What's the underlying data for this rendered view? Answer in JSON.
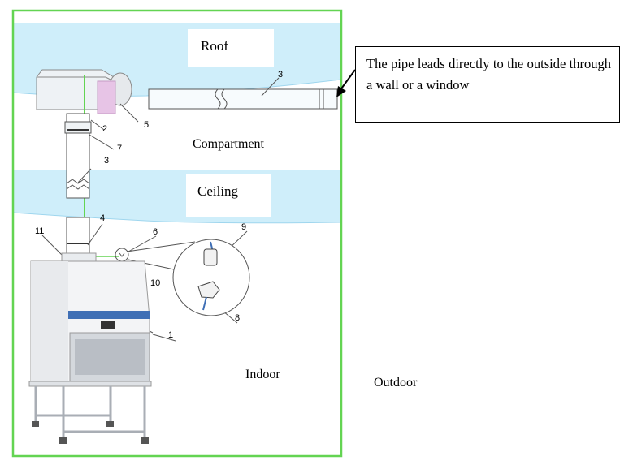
{
  "regions": {
    "roof": "Roof",
    "compartment": "Compartment",
    "ceiling": "Ceiling",
    "indoor": "Indoor",
    "outdoor": "Outdoor"
  },
  "callout": {
    "text": "The pipe leads directly to the outside through a wall or a window"
  },
  "part_numbers": {
    "cabinet": "1",
    "connector": "2",
    "pipe_roof": "3",
    "pipe_vertical": "3",
    "damper": "4",
    "fan_outlet": "5",
    "alarm_point": "6",
    "clamp": "7",
    "sensor_lower": "8",
    "sensor_upper": "9",
    "tube": "10",
    "exhaust_collar": "11"
  },
  "colors": {
    "room_border": "#63d452",
    "ceiling_band": "#cfeefa",
    "accent_blue": "#3f6fb5",
    "line": "#555555"
  }
}
